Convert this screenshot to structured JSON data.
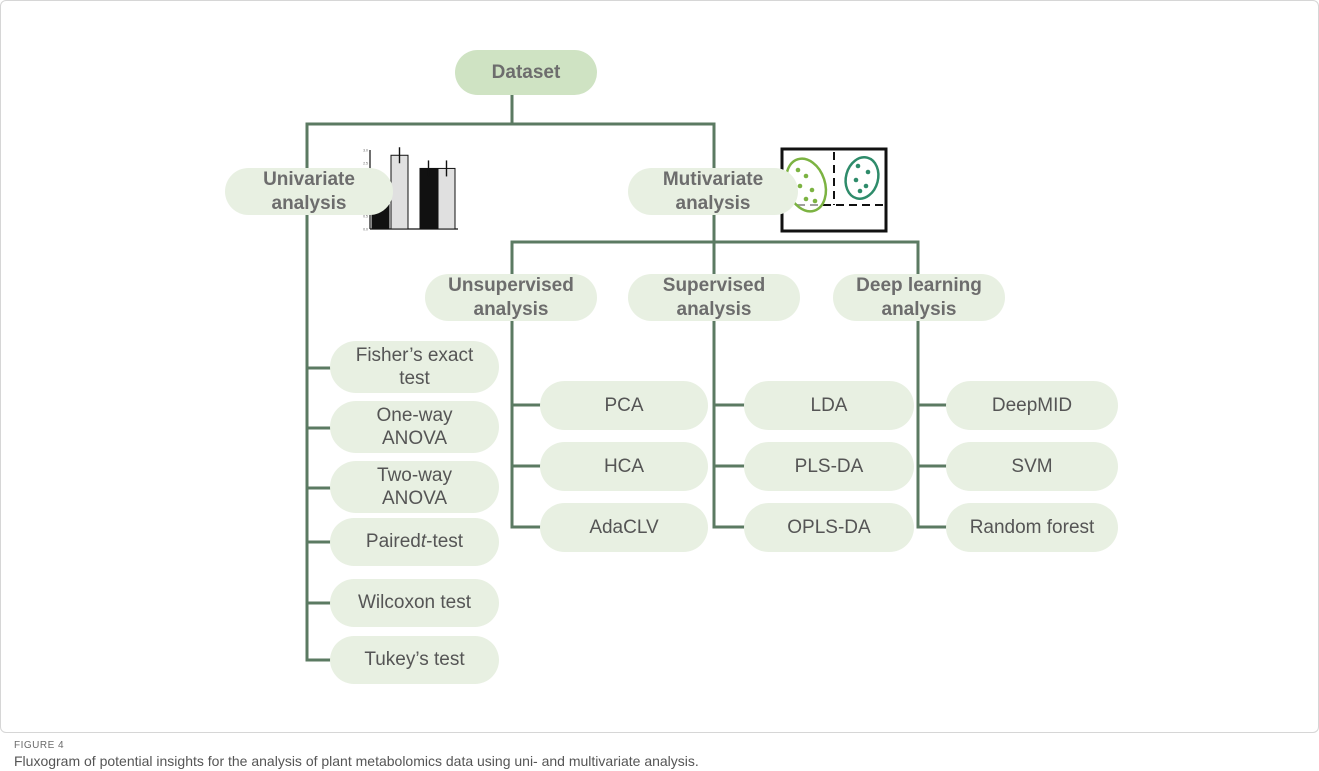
{
  "colors": {
    "line": "#5b7a62",
    "box": "#e8f0e2",
    "box_dark": "#cfe3c3",
    "ellipse_light": "#7cb342",
    "ellipse_dark": "#2e8b6a"
  },
  "nodes": {
    "dataset": "Dataset",
    "univariate": "Univariate\nanalysis",
    "multivariate": "Mutivariate\nanalysis",
    "unsupervised": "Unsupervised\nanalysis",
    "supervised": "Supervised\nanalysis",
    "deep_learning": "Deep learning\nanalysis"
  },
  "univariate_tests": [
    "Fisher’s exact\ntest",
    "One-way\nANOVA",
    "Two-way\nANOVA",
    "Paired t-test",
    "Wilcoxon test",
    "Tukey’s test"
  ],
  "unsupervised_methods": [
    "PCA",
    "HCA",
    "AdaCLV"
  ],
  "supervised_methods": [
    "LDA",
    "PLS-DA",
    "OPLS-DA"
  ],
  "deep_learning_methods": [
    "DeepMID",
    "SVM",
    "Random forest"
  ],
  "mini_bar_chart": {
    "y_ticks": [
      "3.0",
      "2.5",
      "2.0",
      "1.5",
      "1.0",
      "0.5",
      "0.0"
    ],
    "bars": [
      {
        "value": 1.2,
        "fill": "#111111"
      },
      {
        "value": 2.8,
        "fill": "#e0e0e0"
      },
      {
        "value": 2.3,
        "fill": "#111111"
      },
      {
        "value": 2.3,
        "fill": "#e0e0e0"
      }
    ]
  },
  "caption": {
    "label": "FIGURE 4",
    "text": "Fluxogram of potential insights for the analysis of plant metabolomics data using uni- and multivariate analysis."
  }
}
